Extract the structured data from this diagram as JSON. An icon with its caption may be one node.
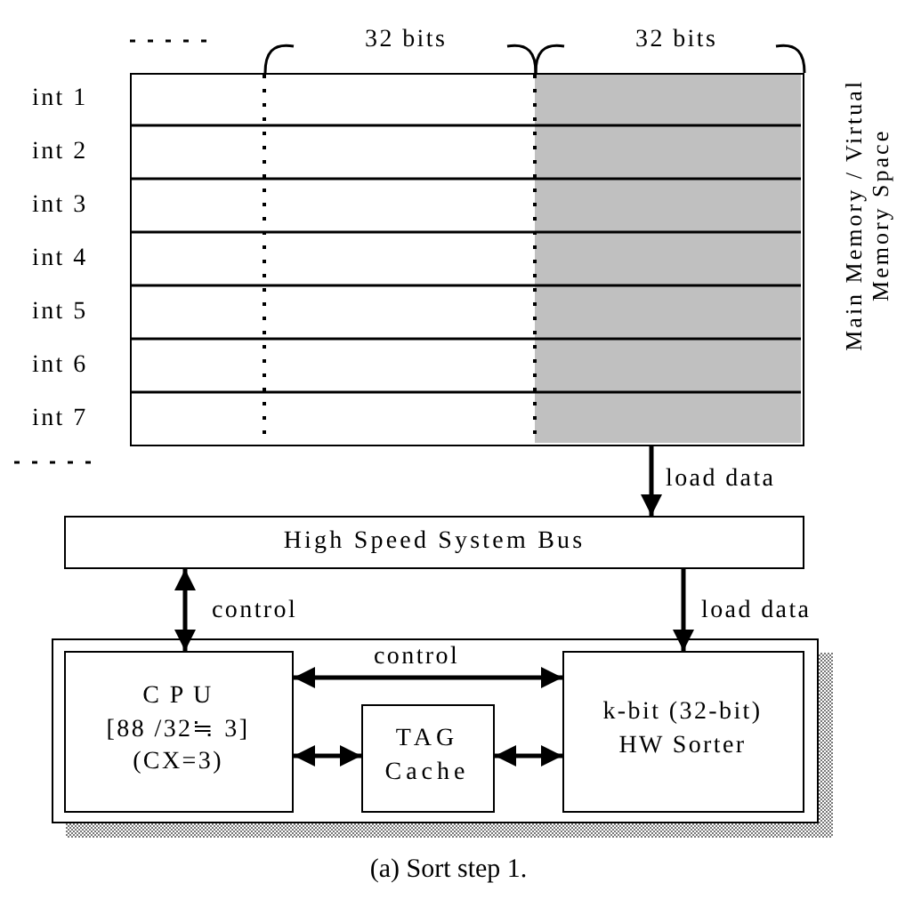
{
  "diagram": {
    "caption": "(a) Sort step 1.",
    "nodes": [
      {
        "text": [],
        "shape": "box",
        "beside": [
          "Main Memory / Virtual Memory Space"
        ]
      },
      {
        "text": [
          "High Speed System Bus"
        ]
      },
      {
        "text": [],
        "shape": "box"
      },
      {
        "text": [
          "C P U",
          "[88 /32≒ 3]",
          "(CX=3)"
        ],
        "in": 2
      },
      {
        "text": [
          "TAG Cache"
        ],
        "in": 2
      },
      {
        "text": [
          "k-bit (32-bit) HW Sorter"
        ],
        "in": 2
      }
    ],
    "edges": [
      {
        "from": 0,
        "to": 1,
        "arrow": "to",
        "label": "load data"
      },
      {
        "from": 1,
        "to": 3,
        "arrow": "both",
        "label": "control"
      },
      {
        "from": 1,
        "to": 5,
        "arrow": "to",
        "label": "load data"
      },
      {
        "from": 3,
        "to": 5,
        "arrow": "both",
        "label": "control"
      },
      {
        "from": 3,
        "to": 4,
        "arrow": "both"
      },
      {
        "from": 4,
        "to": 5,
        "arrow": "both"
      }
    ],
    "labels": [
      "32 bits",
      "32 bits",
      "int 1",
      "int 2",
      "int 3",
      "int 4",
      "int 5",
      "int 6",
      "int 7"
    ]
  }
}
